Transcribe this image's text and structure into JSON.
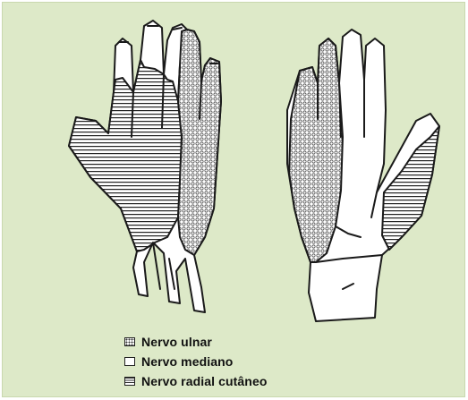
{
  "legend": {
    "items": [
      {
        "label": "Nervo ulnar",
        "pattern": "dotted-circles"
      },
      {
        "label": "Nervo mediano",
        "pattern": "plain-white"
      },
      {
        "label": "Nervo radial cutâneo",
        "pattern": "horizontal-lines"
      }
    ]
  },
  "colors": {
    "background": "#dde9c8",
    "outline": "#1a1a1a",
    "fill": "#ffffff"
  },
  "figures": [
    {
      "view": "dorsal-hand"
    },
    {
      "view": "palmar-hand"
    }
  ]
}
